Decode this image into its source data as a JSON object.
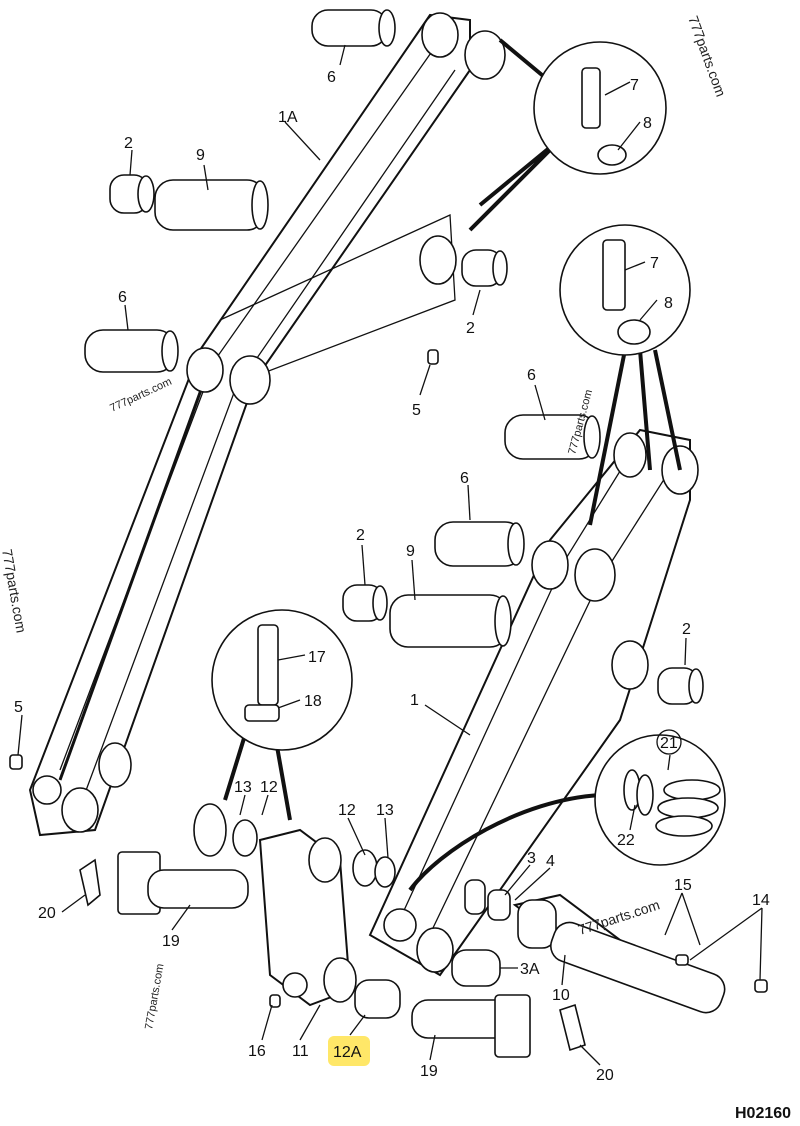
{
  "drawing_code": "H02160",
  "watermarks": [
    "777parts.com",
    "777parts.com",
    "777parts.com",
    "777parts.com",
    "777parts.com",
    "777parts.com"
  ],
  "callouts": {
    "c1A": "1A",
    "c2a": "2",
    "c9a": "9",
    "c6a": "6",
    "c6b": "6",
    "c7a": "7",
    "c8a": "8",
    "c7b": "7",
    "c8b": "8",
    "c2b": "2",
    "c5a": "5",
    "c6c": "6",
    "c6d": "6",
    "c2c": "2",
    "c9b": "9",
    "c2d": "2",
    "c1": "1",
    "c5b": "5",
    "c17": "17",
    "c18": "18",
    "c13a": "13",
    "c12a": "12",
    "c12b": "12",
    "c13b": "13",
    "c21": "21",
    "c22": "22",
    "c3": "3",
    "c4": "4",
    "c15": "15",
    "c14": "14",
    "c20a": "20",
    "c19a": "19",
    "c3A": "3A",
    "c10": "10",
    "c16": "16",
    "c11": "11",
    "c12A": "12A",
    "c19b": "19",
    "c20b": "20"
  },
  "highlight_color": "#ffe34d"
}
